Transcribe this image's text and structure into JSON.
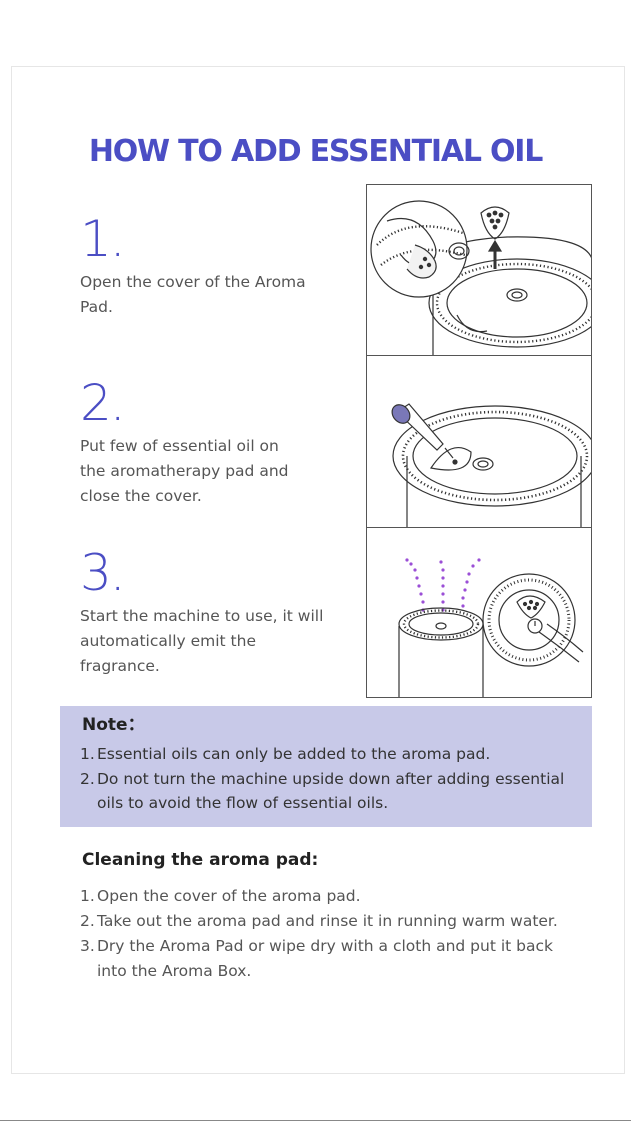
{
  "title": "HOW TO ADD ESSENTIAL OIL",
  "steps": [
    {
      "number": "1.",
      "text": "Open the cover of the Aroma\nPad."
    },
    {
      "number": "2.",
      "text": "Put few of essential oil on\nthe  aromatherapy pad and\nclose the cover."
    },
    {
      "number": "3.",
      "text": "Start the machine to use, it will\nautomatically emit the\nfragrance."
    }
  ],
  "note": {
    "title": "Note：",
    "items": [
      {
        "n": "1.",
        "text": "Essential oils can only be added to the aroma pad."
      },
      {
        "n": "2.",
        "text": "Do not turn the machine upside down after adding essential oils to avoid the flow of essential oils."
      }
    ]
  },
  "cleaning": {
    "title": "Cleaning the aroma pad:",
    "items": [
      {
        "n": "1.",
        "text": "Open the cover of the aroma pad."
      },
      {
        "n": "2.",
        "text": "Take out the aroma pad and rinse it in running warm water."
      },
      {
        "n": "3.",
        "text": "Dry the Aroma Pad or wipe dry with a cloth and put it back into the Aroma Box."
      }
    ]
  },
  "colors": {
    "accent": "#4b4ec4",
    "note_bg": "#c8c9e8",
    "mist": "#9b4fd6"
  }
}
